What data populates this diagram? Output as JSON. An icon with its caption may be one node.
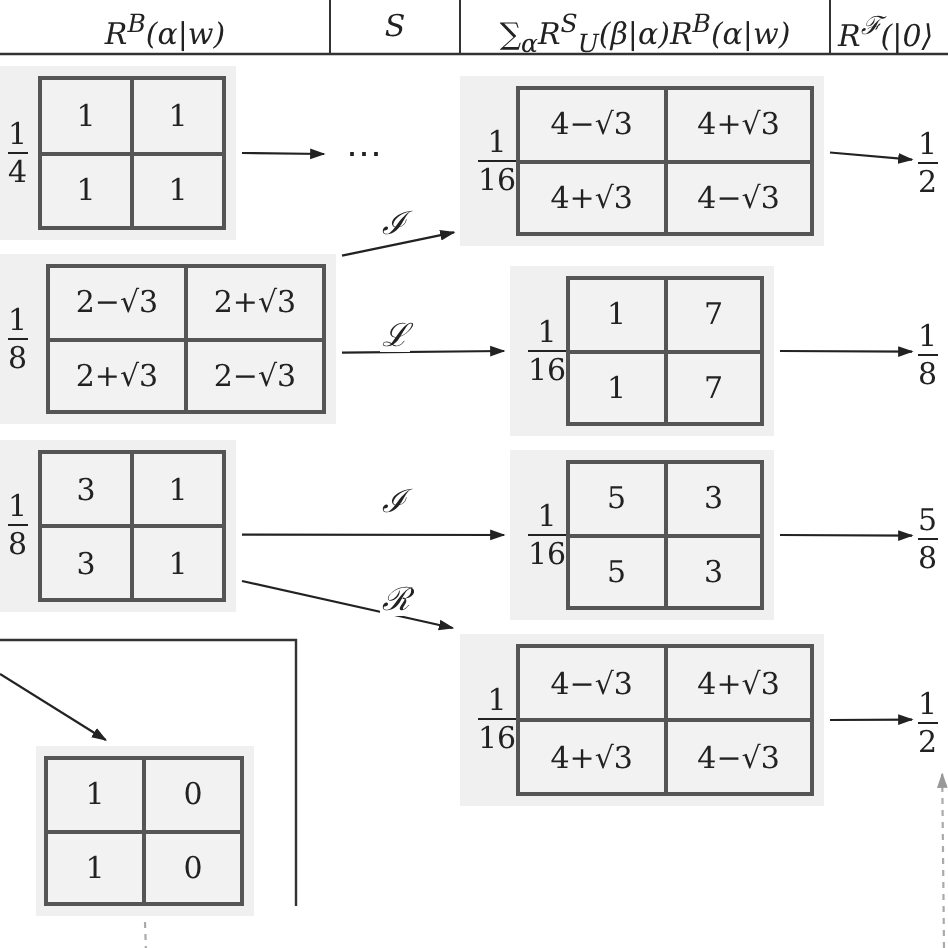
{
  "diagram": {
    "nodes": [
      {
        "text": [
          "1",
          "4",
          "1",
          "1",
          "1",
          "1"
        ]
      },
      {
        "text": [
          "⋯"
        ]
      },
      {
        "text": [
          "1",
          "16",
          "4−√3",
          "4+√3",
          "4+√3",
          "4−√3"
        ]
      },
      {
        "text": [
          "1",
          "2"
        ]
      },
      {
        "text": [
          "1",
          "8",
          "2−√3",
          "2+√3",
          "2+√3",
          "2−√3"
        ]
      },
      {
        "text": [
          "1",
          "16",
          "1",
          "7",
          "1",
          "7"
        ]
      },
      {
        "text": [
          "1",
          "8"
        ]
      },
      {
        "text": [
          "1",
          "8",
          "3",
          "1",
          "3",
          "1"
        ]
      },
      {
        "text": [
          "1",
          "16",
          "5",
          "3",
          "5",
          "3"
        ]
      },
      {
        "text": [
          "5",
          "8"
        ]
      },
      {
        "text": [
          "1",
          "16",
          "4−√3",
          "4+√3",
          "4+√3",
          "4−√3"
        ]
      },
      {
        "text": [
          "1",
          "2"
        ]
      },
      {
        "text": [
          "1",
          "0",
          "1",
          "0"
        ]
      }
    ],
    "edges": [
      {
        "from": 0,
        "to": 1,
        "arrow": "to"
      },
      {
        "from": 2,
        "to": 3,
        "arrow": "to"
      },
      {
        "from": 4,
        "to": 2,
        "arrow": "to",
        "label": "ℐ"
      },
      {
        "from": 4,
        "to": 5,
        "arrow": "to",
        "label": "ℒ"
      },
      {
        "from": 5,
        "to": 6,
        "arrow": "to"
      },
      {
        "from": 7,
        "to": 8,
        "arrow": "to",
        "label": "ℐ"
      },
      {
        "from": 7,
        "to": 10,
        "arrow": "to",
        "label": "ℛ"
      },
      {
        "from": 8,
        "to": 9,
        "arrow": "to"
      },
      {
        "from": null,
        "to": 12,
        "arrow": "to"
      },
      {
        "from": 10,
        "to": 11,
        "arrow": "to"
      },
      {
        "from": null,
        "to": 11,
        "arrow": "to",
        "style": "dashed",
        "color": "#aaaaaa"
      },
      {
        "from": 12,
        "to": null,
        "arrow": "none",
        "style": "dashed",
        "color": "#aaaaaa"
      }
    ],
    "labels": [
      "R$^{B}$(α|w)",
      "S",
      "∑$_{α}$R$^{S}$$_{U}$(β|α)R$^{B}$(α|w)",
      "R$^{ℱ}$(|0⟩"
    ]
  }
}
